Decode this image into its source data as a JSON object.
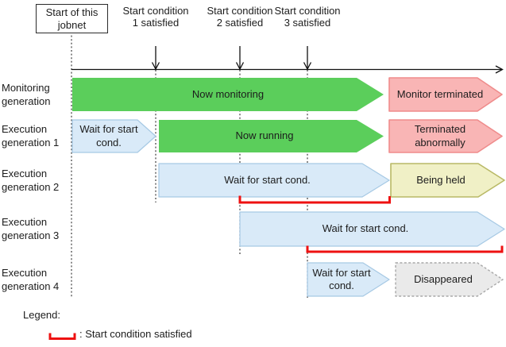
{
  "title_box": {
    "text": "Start of this jobnet"
  },
  "conditions": [
    {
      "label": "Start condition 1 satisfied"
    },
    {
      "label": "Start condition 2 satisfied"
    },
    {
      "label": "Start condition 3 satisfied"
    }
  ],
  "rows": [
    {
      "label": "Monitoring generation",
      "bars": [
        {
          "status": "Now monitoring"
        },
        {
          "status": "Monitor terminated"
        }
      ]
    },
    {
      "label": "Execution generation 1",
      "bars": [
        {
          "status": "Wait for start cond."
        },
        {
          "status": "Now running"
        },
        {
          "status": "Terminated abnormally"
        }
      ]
    },
    {
      "label": "Execution generation 2",
      "bars": [
        {
          "status": "Wait for start cond."
        },
        {
          "status": "Being held"
        }
      ]
    },
    {
      "label": "Execution generation 3",
      "bars": [
        {
          "status": "Wait for start cond."
        }
      ]
    },
    {
      "label": "Execution generation 4",
      "bars": [
        {
          "status": "Wait for start cond."
        },
        {
          "status": "Disappeared"
        }
      ]
    }
  ],
  "legend": {
    "title": "Legend:",
    "entries": [
      {
        "symbol": "red-bracket",
        "label": ": Start condition satisfied"
      }
    ]
  },
  "colors": {
    "monitoring_green": "#5BCE5B",
    "wait_blue_fill": "#D9EAF8",
    "wait_blue_border": "#A6C9E4",
    "terminated_pink_fill": "#F9B5B5",
    "terminated_pink_border": "#EF8C8C",
    "held_yellow_fill": "#F0F0C6",
    "held_yellow_border": "#B9B966",
    "disappeared_gray_fill": "#EAEAEA",
    "disappeared_gray_border": "#A8A8A8",
    "start_condition_red": "#EE1111"
  }
}
